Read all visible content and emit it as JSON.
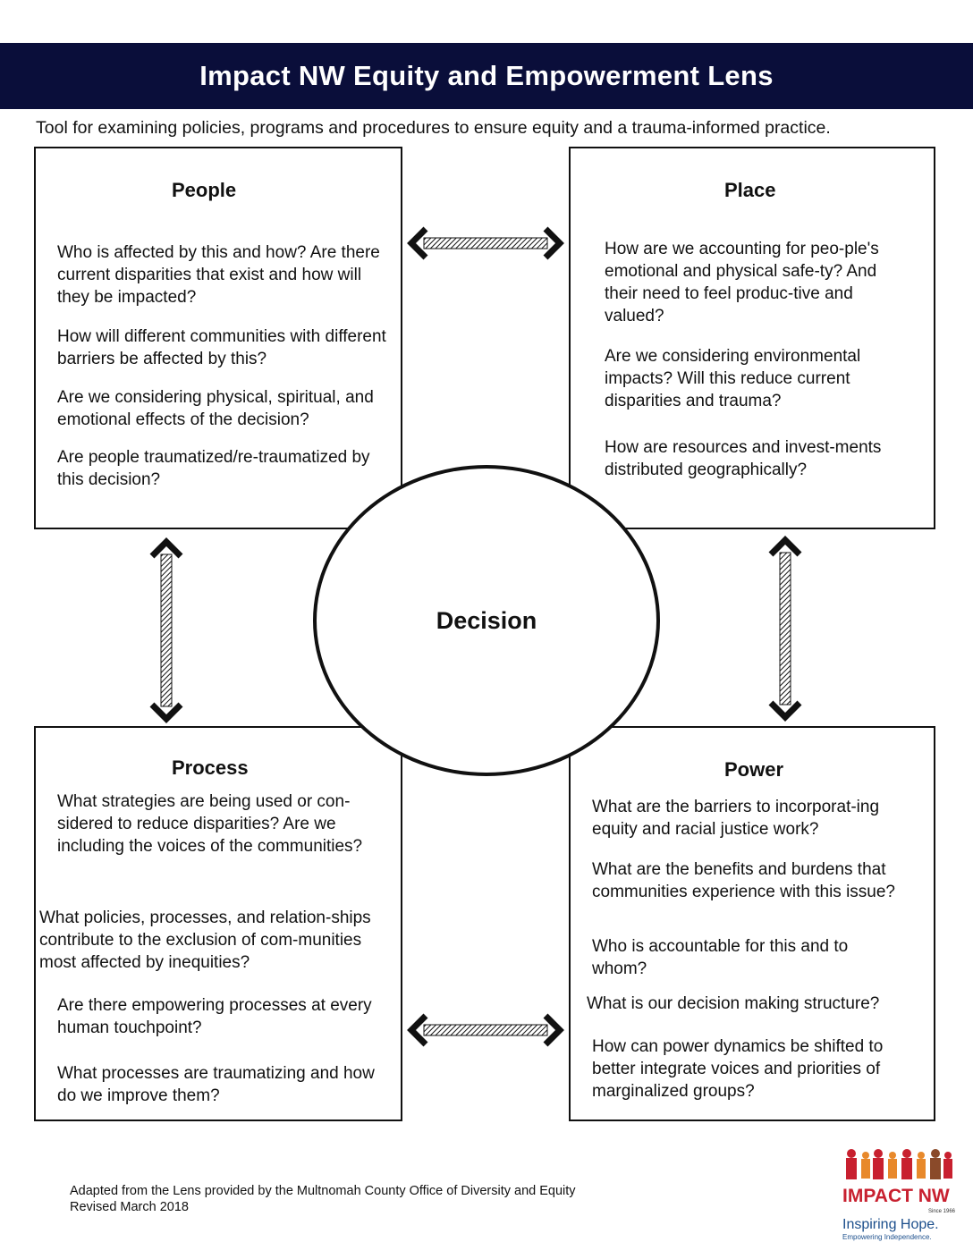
{
  "header": {
    "title": "Impact NW Equity and Empowerment Lens",
    "subtitle": "Tool for examining policies, programs and procedures to ensure equity and a trauma-informed practice."
  },
  "center": {
    "label": "Decision"
  },
  "people": {
    "title": "People",
    "items": [
      "Who is affected by this and how? Are there current disparities that exist and how will they be impacted?",
      "How will different communities with different barriers be affected by this?",
      "Are we considering physical, spiritual, and emotional effects of the decision?",
      "Are people traumatized/re-traumatized by this decision?"
    ]
  },
  "place": {
    "title": "Place",
    "items": [
      "How are we accounting for peo-ple's emotional and physical safe-ty? And their need to feel produc-tive and valued?",
      "Are we considering environmental impacts? Will this reduce current disparities and trauma?",
      "How are resources and invest-ments distributed geographically?"
    ]
  },
  "process": {
    "title": "Process",
    "items": [
      "What strategies are being used or con-sidered to reduce disparities? Are we including the voices of the communities?",
      "What policies, processes, and relation-ships contribute to the exclusion of com-munities most affected by inequities?",
      "Are there empowering processes at every human touchpoint?",
      "What processes are traumatizing and how do we improve them?"
    ]
  },
  "power": {
    "title": "Power",
    "items": [
      "What are the barriers to incorporat-ing equity and racial justice work?",
      "What are the benefits and burdens that communities experience with this issue?",
      "Who is accountable for this and to whom?",
      "What is our decision making structure?",
      "How can power dynamics be shifted to better integrate voices and priorities of marginalized groups?"
    ]
  },
  "footer": {
    "line1": "Adapted from the Lens provided by the Multnomah County Office of Diversity and Equity",
    "line2": "Revised March 2018"
  },
  "logo": {
    "name": "IMPACT NW",
    "since": "Since 1966",
    "tagline": "Inspiring Hope.",
    "subtagline": "Empowering Independence."
  },
  "colors": {
    "banner": "#0a0e3a",
    "logo_red": "#c8202f",
    "logo_orange": "#e8892b",
    "logo_brown": "#8a4a2a",
    "logo_blue": "#1c4f8c"
  }
}
